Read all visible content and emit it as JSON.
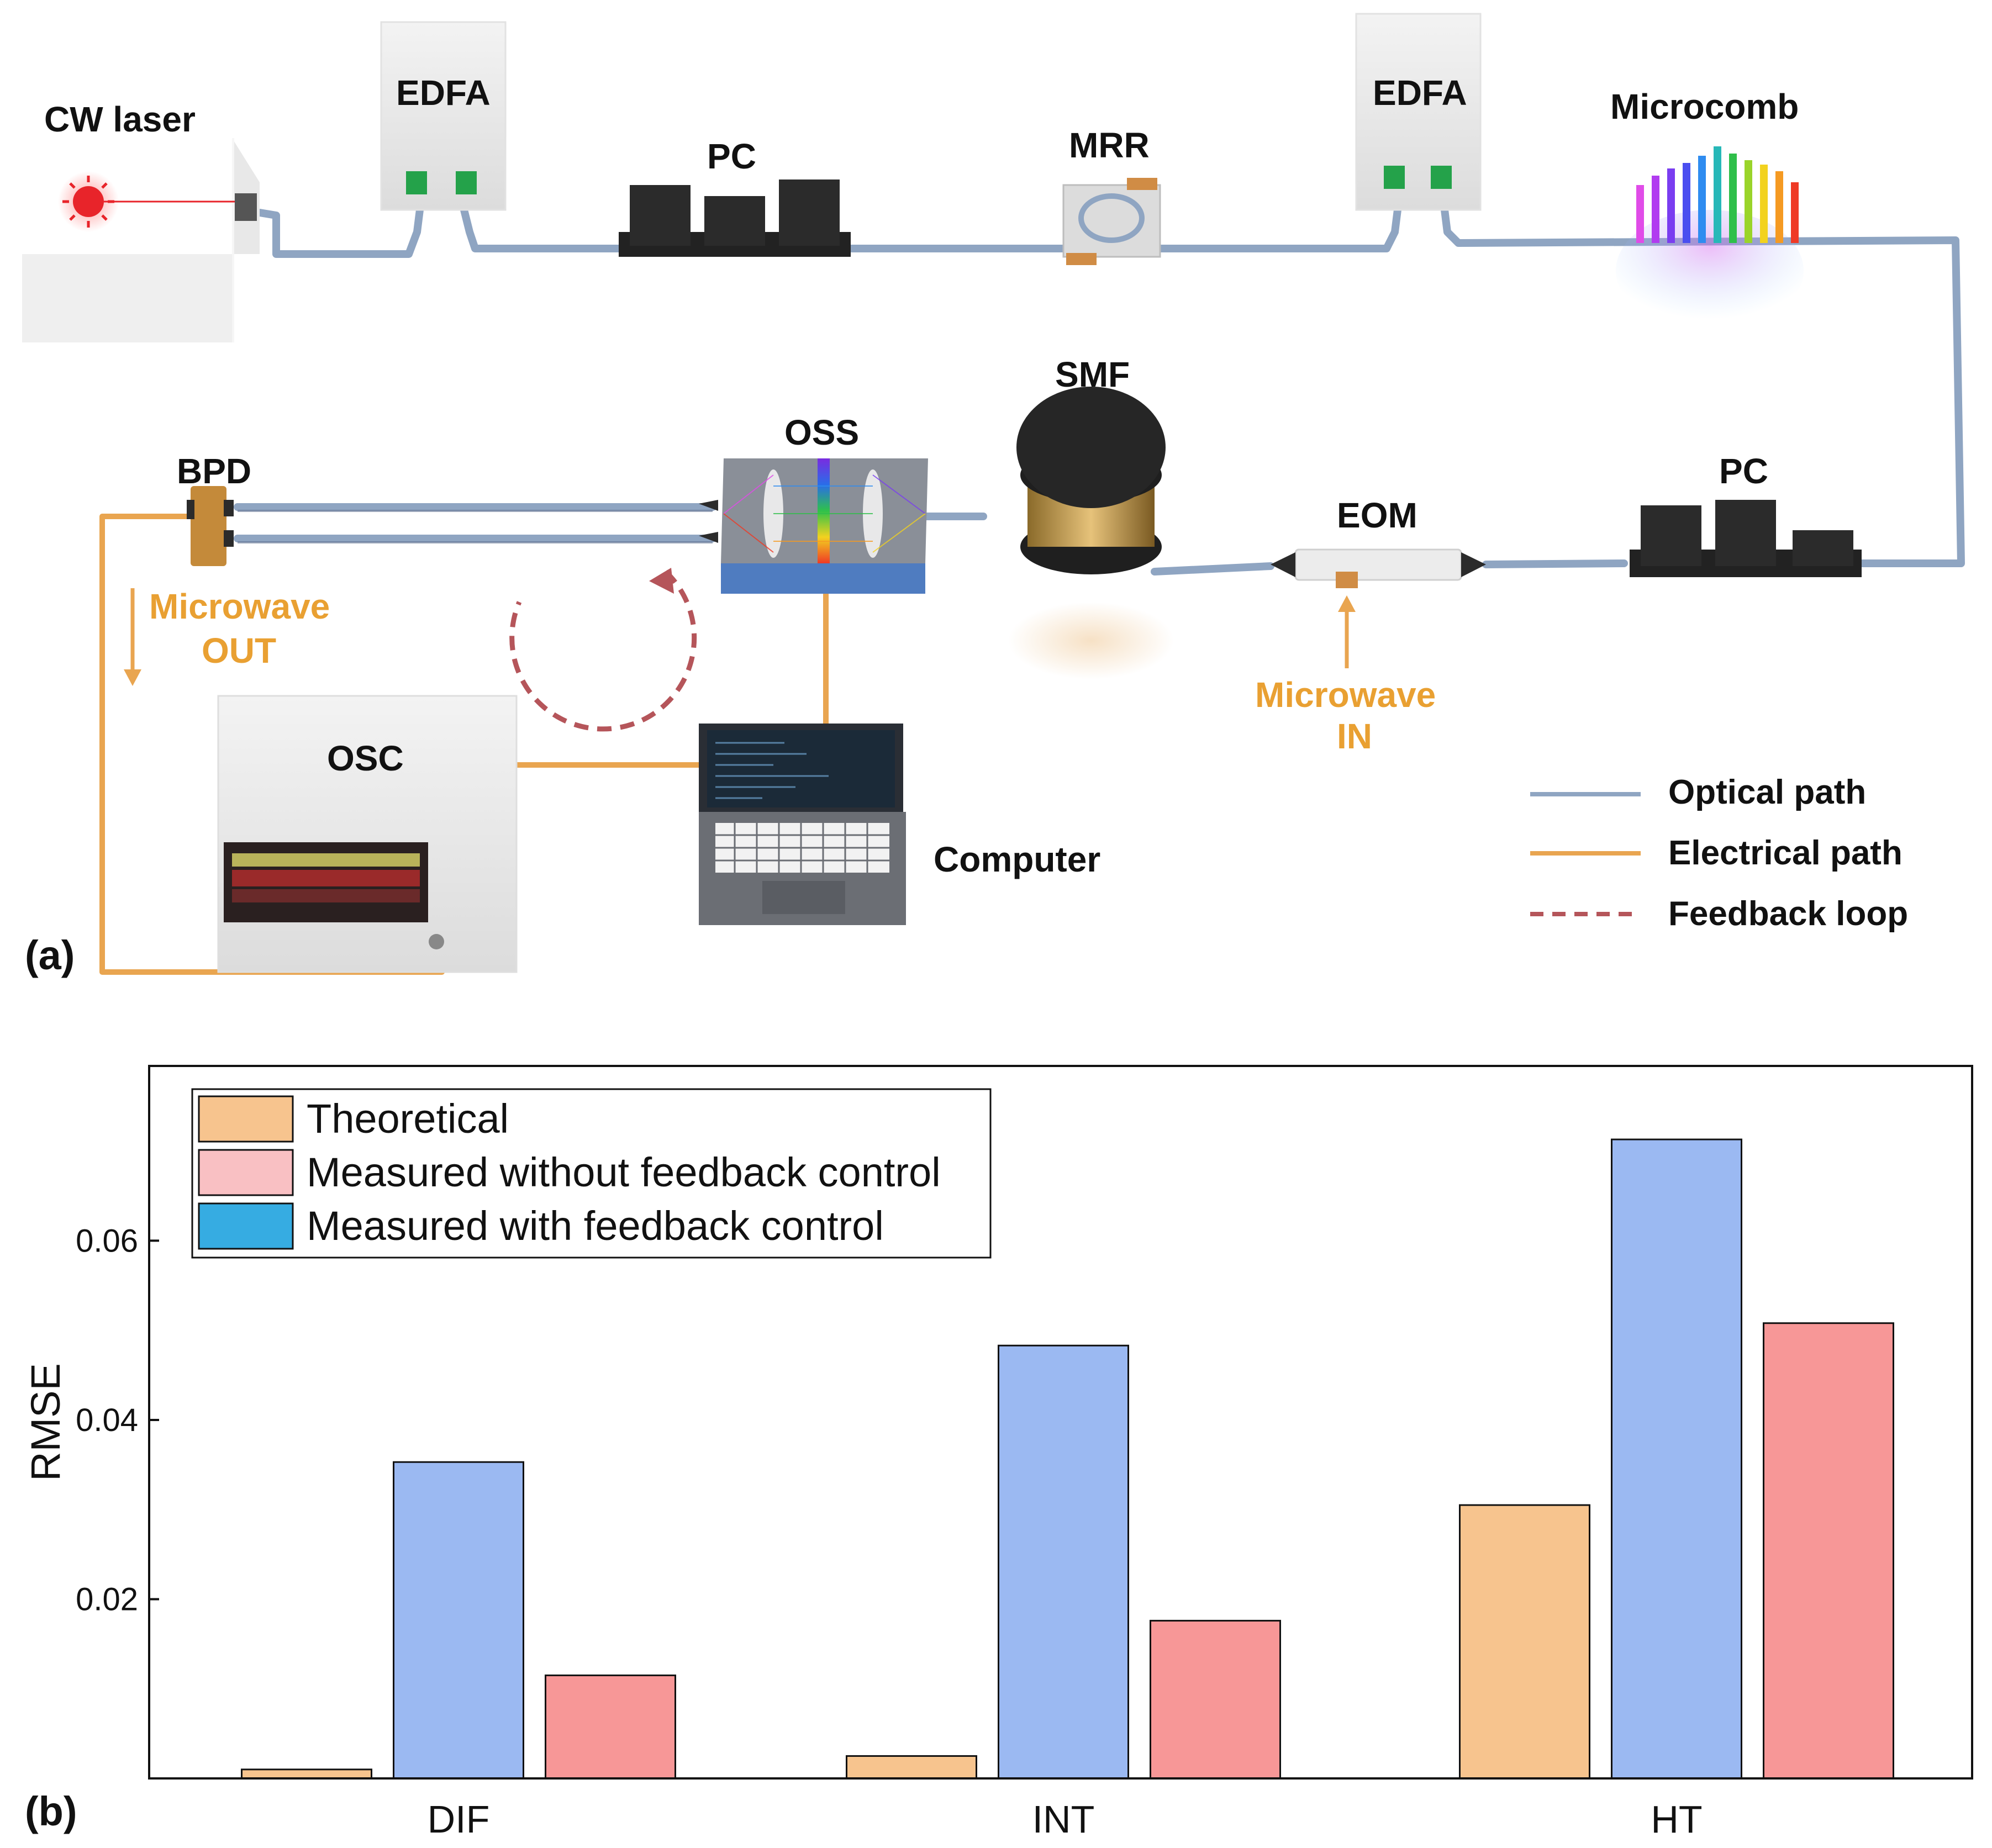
{
  "panel_a": {
    "panel_label": "(a)",
    "components": {
      "cw_laser": "CW laser",
      "edfa_1": "EDFA",
      "pc_1": "PC",
      "mrr": "MRR",
      "edfa_2": "EDFA",
      "microcomb": "Microcomb",
      "smf": "SMF",
      "oss": "OSS",
      "bpd": "BPD",
      "eom": "EOM",
      "pc_2": "PC",
      "osc": "OSC",
      "computer": "Computer"
    },
    "signals": {
      "microwave_out_1": "Microwave",
      "microwave_out_2": "OUT",
      "microwave_in_1": "Microwave",
      "microwave_in_2": "IN"
    },
    "legend": {
      "optical": "Optical path",
      "electrical": "Electrical path",
      "feedback": "Feedback loop"
    },
    "colors": {
      "optical_path": "#8fa5c2",
      "electrical_path": "#e9a550",
      "feedback_loop": "#b5555a",
      "device_dark": "#2b2b2b"
    },
    "icons": [
      "laser-icon",
      "amplifier-icon",
      "polarization-controller-icon",
      "ring-resonator-icon",
      "comb-spectrum-icon",
      "fiber-spool-icon",
      "spectral-shaper-icon",
      "photodetector-icon",
      "modulator-icon",
      "oscilloscope-icon",
      "laptop-icon"
    ]
  },
  "panel_b": {
    "panel_label": "(b)"
  },
  "chart_data": {
    "type": "bar",
    "categories": [
      "DIF",
      "INT",
      "HT"
    ],
    "series": [
      {
        "name": "Theoretical",
        "values": [
          0.001,
          0.0025,
          0.0305
        ],
        "color": "#f7c48e"
      },
      {
        "name": "Measured with feedback control",
        "values": [
          0.0353,
          0.0483,
          0.0713
        ],
        "color": "#9bb9f2"
      },
      {
        "name": "Measured without feedback control",
        "values": [
          0.0115,
          0.0176,
          0.0508
        ],
        "color": "#f79797"
      }
    ],
    "legend_order": [
      "Theoretical",
      "Measured without feedback control",
      "Measured with feedback control"
    ],
    "legend_colors": [
      "#f7c48e",
      "#f9c0c3",
      "#36ace2"
    ],
    "legend_placement": "top-left",
    "xlabel": "",
    "ylabel": "RMSE",
    "yticks": [
      0.02,
      0.04,
      0.06
    ],
    "ytick_labels": [
      "0.02",
      "0.04",
      "0.06"
    ],
    "ylim": [
      0,
      0.0795
    ],
    "grid": false
  }
}
